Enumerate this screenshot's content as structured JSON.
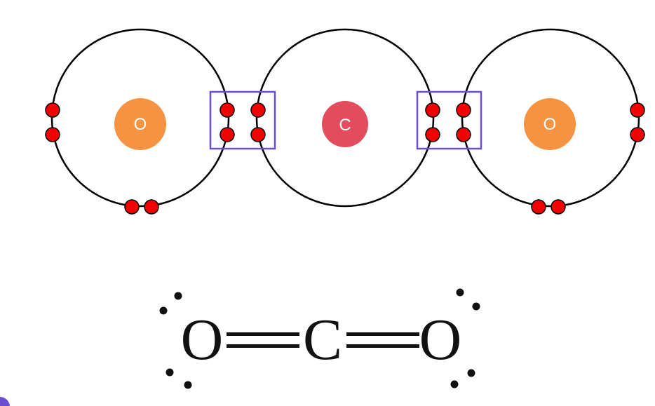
{
  "shell_diagram": {
    "atoms": [
      {
        "id": "oxygen-left",
        "symbol": "O",
        "color": "#F59342"
      },
      {
        "id": "carbon",
        "symbol": "C",
        "color": "#E24C5C"
      },
      {
        "id": "oxygen-right",
        "symbol": "O",
        "color": "#F59342"
      }
    ],
    "electron_color": "#F20000",
    "shared_pair_box_color": "#6A4FD0",
    "shared_pairs_per_bond": 2
  },
  "lewis_structure": {
    "atoms": [
      "O",
      "C",
      "O"
    ],
    "bonds": [
      "double",
      "double"
    ],
    "lone_pairs_per_oxygen": 2
  }
}
